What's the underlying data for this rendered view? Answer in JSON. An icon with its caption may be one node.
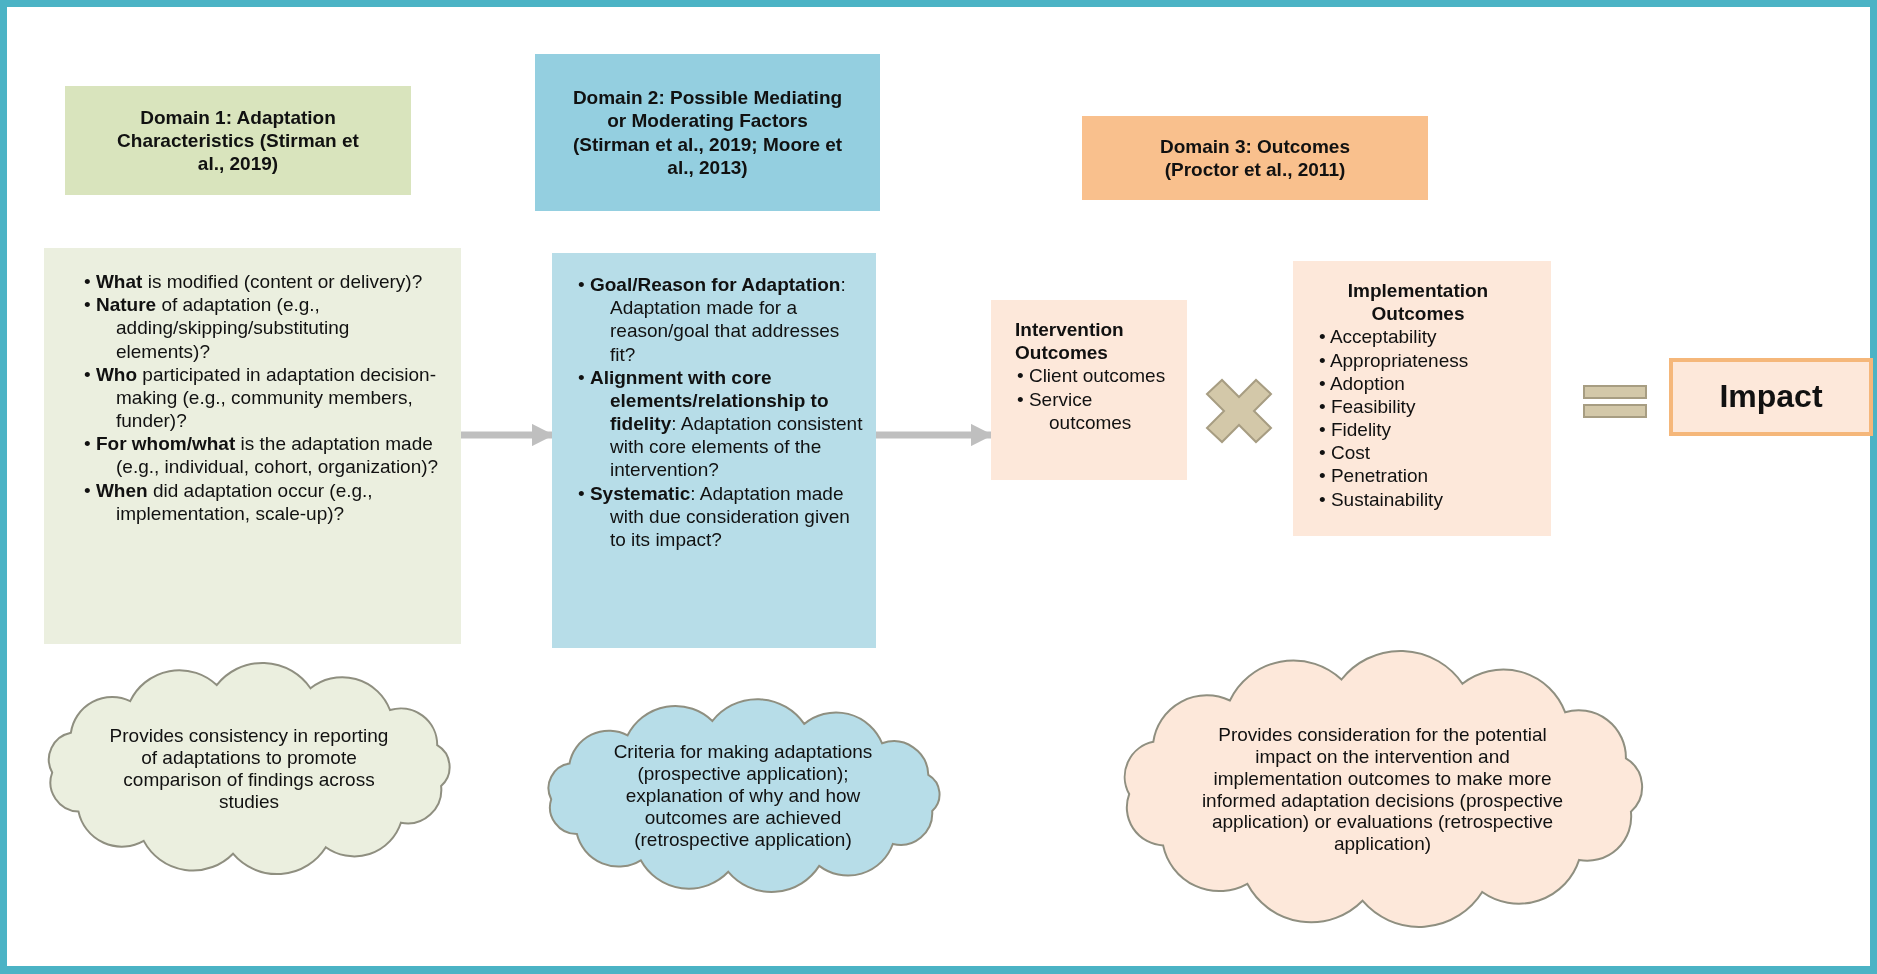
{
  "diagram": {
    "nodes": [
      {
        "text": [
          "Domain 1: Adaptation Characteristics (Stirman et al., 2019)"
        ]
      },
      {
        "text": [
          "Domain 2: Possible Mediating or Moderating Factors (Stirman et al., 2019; Moore et al., 2013)"
        ]
      },
      {
        "text": [
          "Domain 3: Outcomes (Proctor et al., 2011)"
        ]
      },
      {
        "text": [
          "• **What** is modified (content or delivery)?",
          "• **Nature** of adaptation (e.g., adding/skipping/substituting elements)?",
          "• **Who** participated in adaptation decision-making (e.g., community members, funder)?",
          "• **For whom/what** is the adaptation made (e.g., individual, cohort, organization)?",
          "• **When** did adaptation occur (e.g., implementation, scale-up)?"
        ]
      },
      {
        "text": [
          "• **Goal/Reason for Adaptation**: Adaptation made for a reason/goal that addresses fit?",
          "• **Alignment with core elements/relationship to fidelity**: Adaptation consistent with core elements of the intervention?",
          "• **Systematic**: Adaptation made with due consideration given to its impact?"
        ]
      },
      {
        "text": [
          "Intervention Outcomes",
          "• Client outcomes",
          "• Service outcomes"
        ]
      },
      {
        "text": [
          "Implementation Outcomes",
          "• Acceptability",
          "• Appropriateness",
          "• Adoption",
          "• Feasibility",
          "• Fidelity",
          "• Cost",
          "• Penetration",
          "• Sustainability"
        ]
      },
      {
        "text": [
          "Impact"
        ]
      },
      {
        "text": [
          "Provides consistency in reporting of adaptations to promote comparison of findings across studies"
        ]
      },
      {
        "text": [
          "Criteria for making adaptations (prospective application); explanation of why and how outcomes are achieved (retrospective application)"
        ]
      },
      {
        "text": [
          "Provides consideration for the potential impact on the intervention and implementation outcomes to make more informed adaptation decisions (prospective application) or evaluations (retrospective application)"
        ]
      }
    ],
    "edges": [
      {
        "from": 3,
        "to": 4,
        "arrow": "to"
      },
      {
        "from": 4,
        "to": 5,
        "arrow": "to"
      }
    ]
  }
}
